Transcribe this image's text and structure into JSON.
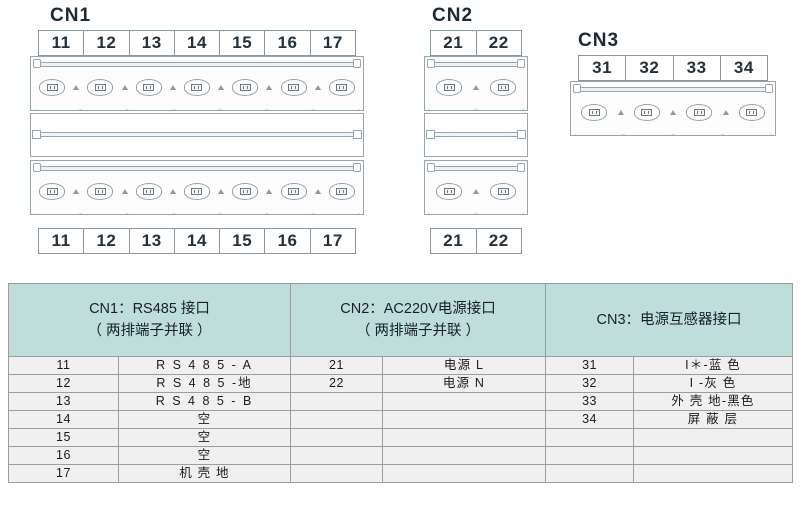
{
  "connectors": [
    {
      "id": "CN1",
      "title": "CN1",
      "rows": 2,
      "pins": [
        "11",
        "12",
        "13",
        "14",
        "15",
        "16",
        "17"
      ]
    },
    {
      "id": "CN2",
      "title": "CN2",
      "rows": 2,
      "pins": [
        "21",
        "22"
      ]
    },
    {
      "id": "CN3",
      "title": "CN3",
      "rows": 1,
      "pins": [
        "31",
        "32",
        "33",
        "34"
      ]
    }
  ],
  "table": {
    "headers": [
      {
        "line1": "CN1：RS485 接口",
        "line2": "（ 两排端子并联 ）"
      },
      {
        "line1": "CN2：AC220V电源接口",
        "line2": "（ 两排端子并联 ）"
      },
      {
        "line1": "CN3：电源互感器接口",
        "line2": ""
      }
    ],
    "rows": [
      {
        "cn1_pin": "11",
        "cn1_sig": "R S 4 8 5 - A",
        "cn2_pin": "21",
        "cn2_sig": "电源  L",
        "cn3_pin": "31",
        "cn3_sig": "I＊-蓝 色"
      },
      {
        "cn1_pin": "12",
        "cn1_sig": "R S 4 8 5 -地",
        "cn2_pin": "22",
        "cn2_sig": "电源  N",
        "cn3_pin": "32",
        "cn3_sig": "I -灰 色"
      },
      {
        "cn1_pin": "13",
        "cn1_sig": "R S 4 8 5 - B",
        "cn2_pin": "",
        "cn2_sig": "",
        "cn3_pin": "33",
        "cn3_sig": "外 壳 地-黑色"
      },
      {
        "cn1_pin": "14",
        "cn1_sig": "空",
        "cn2_pin": "",
        "cn2_sig": "",
        "cn3_pin": "34",
        "cn3_sig": "屏 蔽 层"
      },
      {
        "cn1_pin": "15",
        "cn1_sig": "空",
        "cn2_pin": "",
        "cn2_sig": "",
        "cn3_pin": "",
        "cn3_sig": ""
      },
      {
        "cn1_pin": "16",
        "cn1_sig": "空",
        "cn2_pin": "",
        "cn2_sig": "",
        "cn3_pin": "",
        "cn3_sig": ""
      },
      {
        "cn1_pin": "17",
        "cn1_sig": "机 壳 地",
        "cn2_pin": "",
        "cn2_sig": "",
        "cn3_pin": "",
        "cn3_sig": ""
      }
    ]
  },
  "colors": {
    "header_fill": "#bfdedb",
    "row_fill": "#f0f0f0",
    "grid_line": "#9d9d9d",
    "outline": "#9aa5ab",
    "text": "#1b1b1b"
  }
}
